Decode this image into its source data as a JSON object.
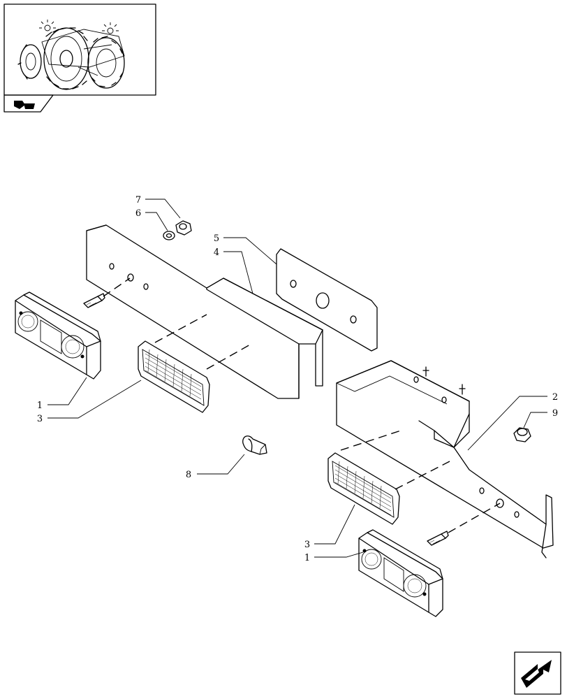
{
  "callouts": [
    {
      "id": "c1a",
      "text": "1"
    },
    {
      "id": "c3a",
      "text": "3"
    },
    {
      "id": "c7",
      "text": "7"
    },
    {
      "id": "c6",
      "text": "6"
    },
    {
      "id": "c5",
      "text": "5"
    },
    {
      "id": "c4",
      "text": "4"
    },
    {
      "id": "c2",
      "text": "2"
    },
    {
      "id": "c9",
      "text": "9"
    },
    {
      "id": "c8",
      "text": "8"
    },
    {
      "id": "c3b",
      "text": "3"
    },
    {
      "id": "c1b",
      "text": "1"
    }
  ],
  "icons": {
    "thumbnail": "tractor-location-thumbnail-icon",
    "section_tab": "section-symbol-icon",
    "navigation": "next-page-arrow-icon"
  }
}
